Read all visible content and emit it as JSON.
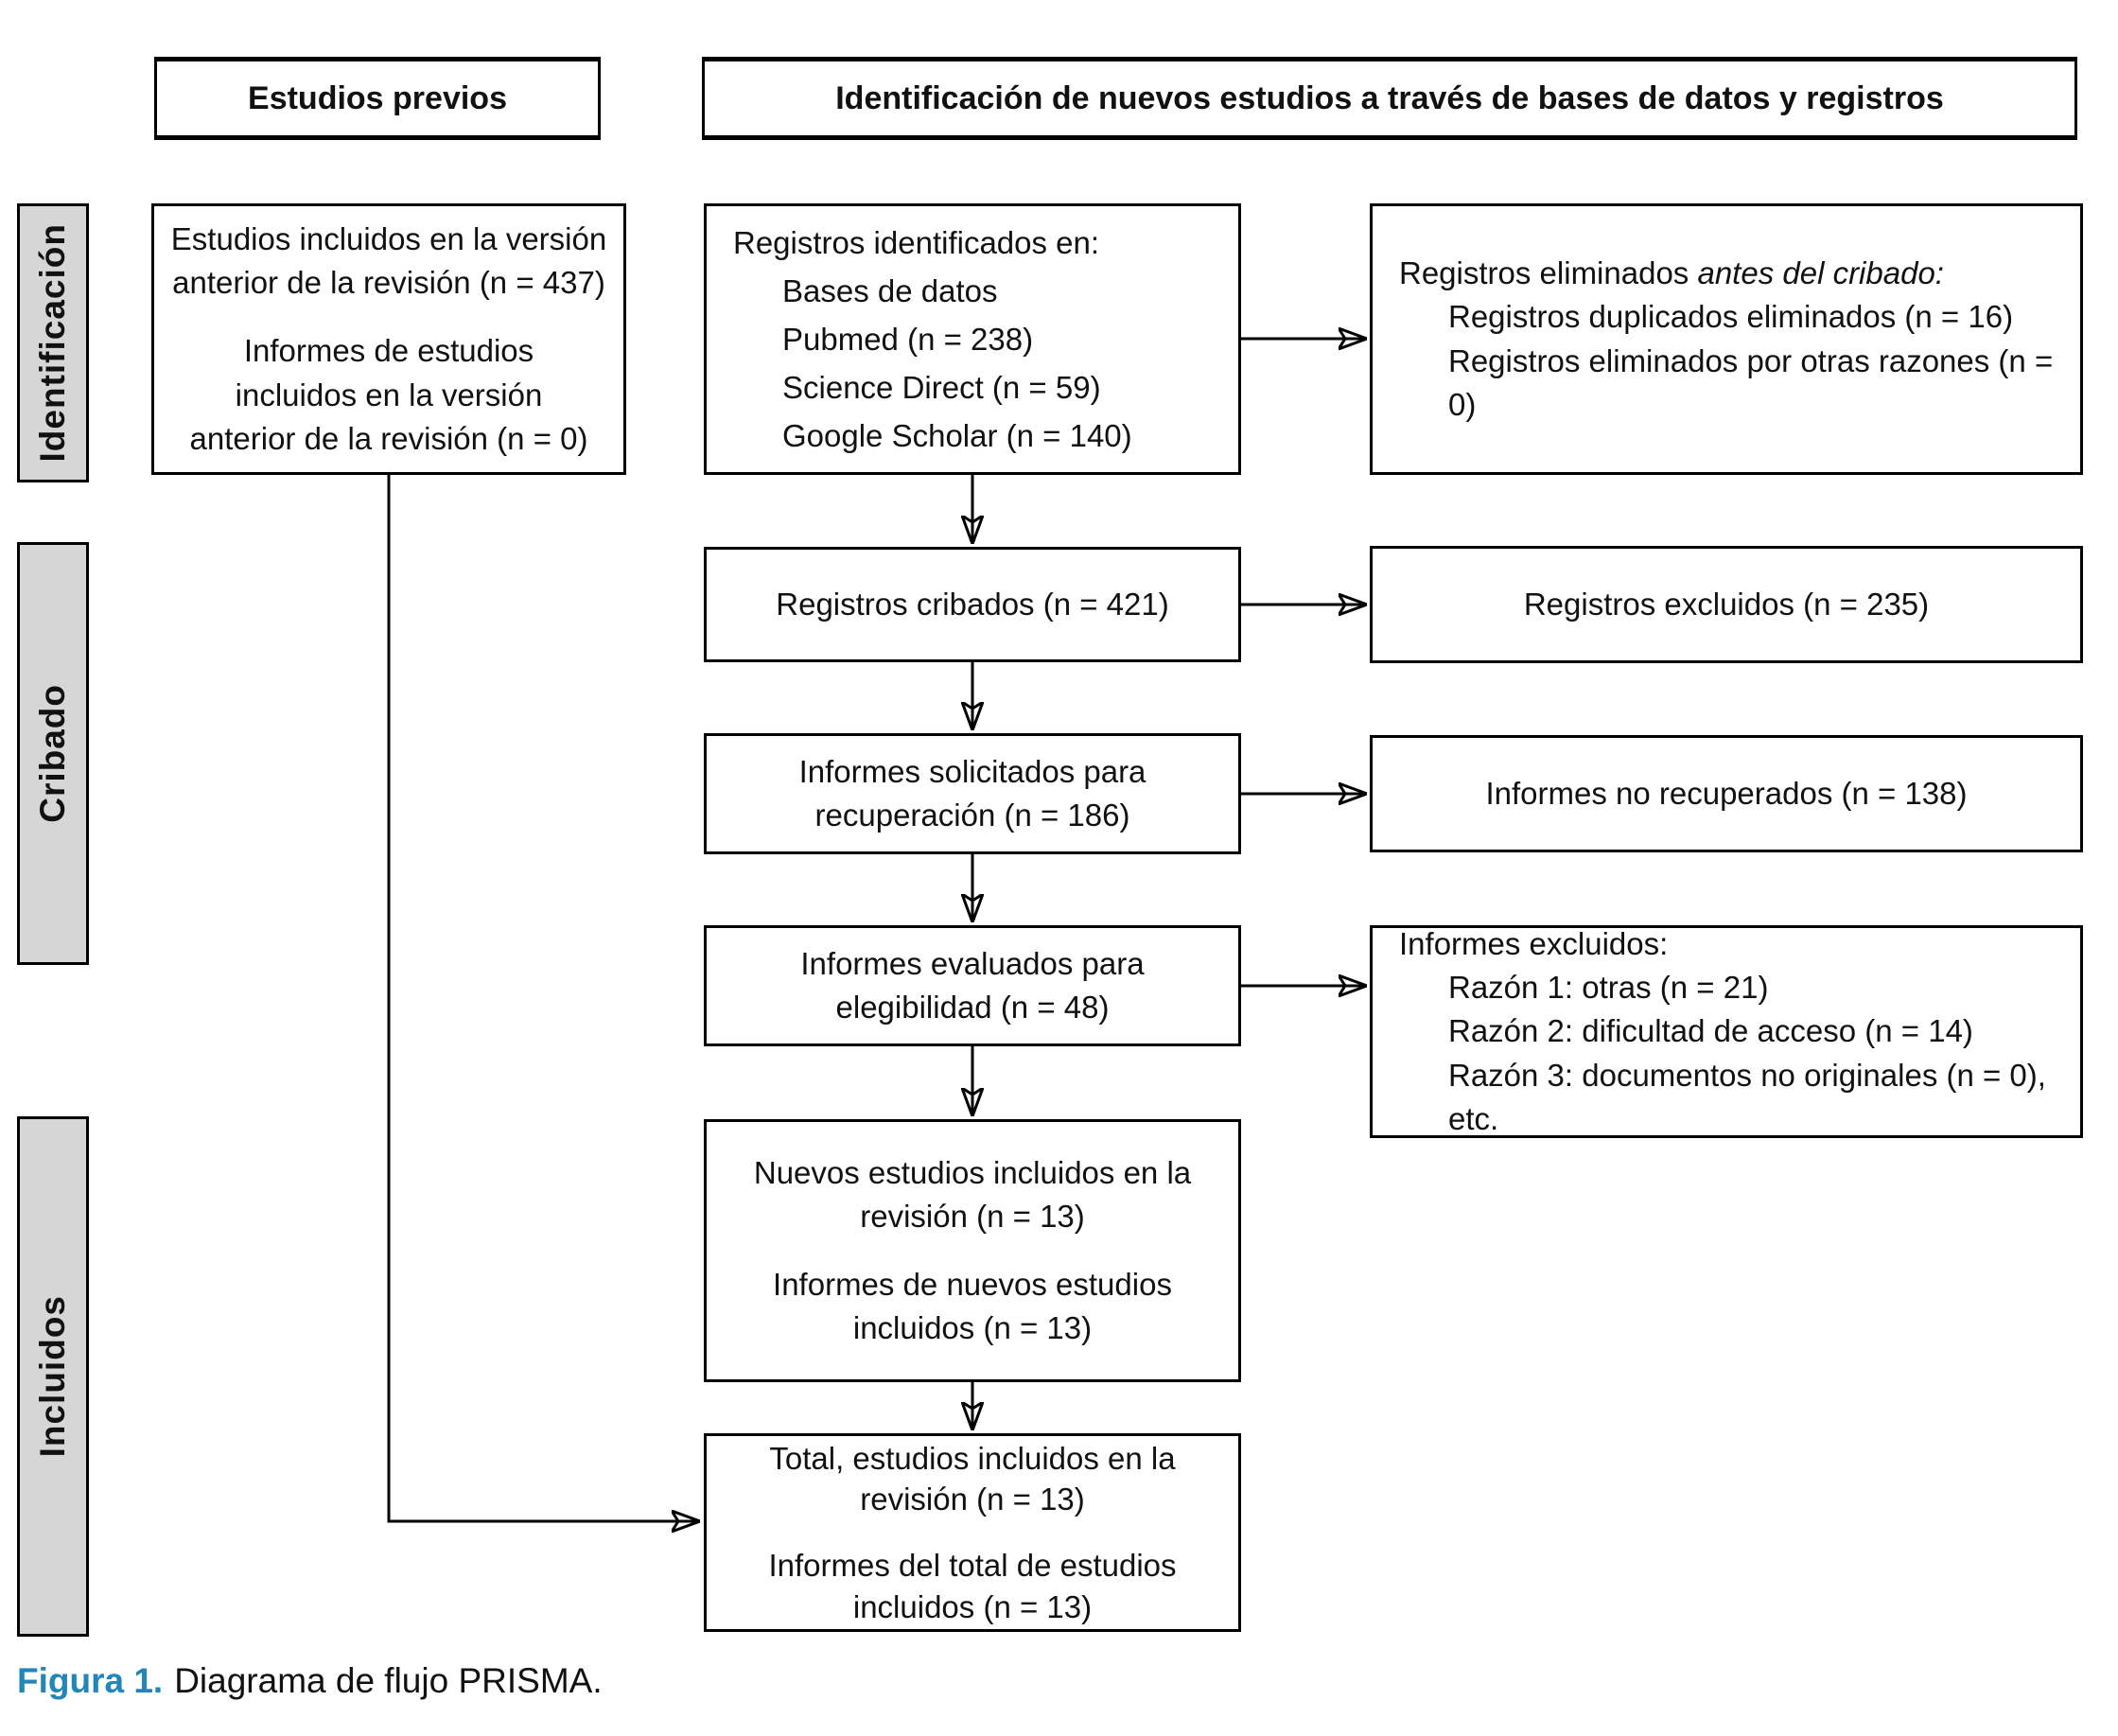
{
  "headers": {
    "previous": "Estudios previos",
    "identification": "Identificación de nuevos estudios a través de bases de datos y registros"
  },
  "sidebar": {
    "stages": [
      {
        "label": "Identificación"
      },
      {
        "label": "Cribado"
      },
      {
        "label": "Incluidos"
      }
    ]
  },
  "boxes": {
    "previous_studies": {
      "para1": "Estudios incluidos en la versión anterior de la revisión (n = 437)",
      "para2": "Informes de estudios incluidos en la versión anterior de la revisión (n = 0)"
    },
    "identified": {
      "title": "Registros identificados en:",
      "items": [
        "Bases de datos",
        "Pubmed (n = 238)",
        "Science Direct (n = 59)",
        "Google Scholar (n = 140)"
      ]
    },
    "eliminated": {
      "title_normal": "Registros eliminados ",
      "title_italic": "antes del cribado:",
      "items": [
        "Registros duplicados eliminados (n = 16)",
        "Registros eliminados por otras razones (n = 0)"
      ]
    },
    "screened": {
      "text": "Registros cribados (n = 421)"
    },
    "excluded_records": {
      "text": "Registros excluidos (n = 235)"
    },
    "sought": {
      "text": "Informes solicitados para recuperación (n = 186)"
    },
    "not_retrieved": {
      "text": "Informes no recuperados (n = 138)"
    },
    "assessed": {
      "text": "Informes evaluados para elegibilidad (n = 48)"
    },
    "excluded_reports": {
      "title": "Informes excluidos:",
      "items": [
        "Razón 1: otras (n = 21)",
        "Razón 2: dificultad de acceso (n = 14)",
        "Razón 3: documentos no originales (n = 0), etc."
      ]
    },
    "new_included": {
      "para1": "Nuevos estudios incluidos en la revisión (n = 13)",
      "para2": "Informes de nuevos estudios incluidos (n = 13)"
    },
    "total_included": {
      "para1": "Total, estudios incluidos en la revisión (n = 13)",
      "para2": "Informes del total de estudios incluidos (n = 13)"
    }
  },
  "caption": {
    "label": "Figura 1.",
    "text": "Diagrama de flujo PRISMA."
  },
  "colors": {
    "accent": "#2286b8",
    "stage-fill": "#d6d6d6",
    "ink": "#111111",
    "line": "#000000"
  }
}
